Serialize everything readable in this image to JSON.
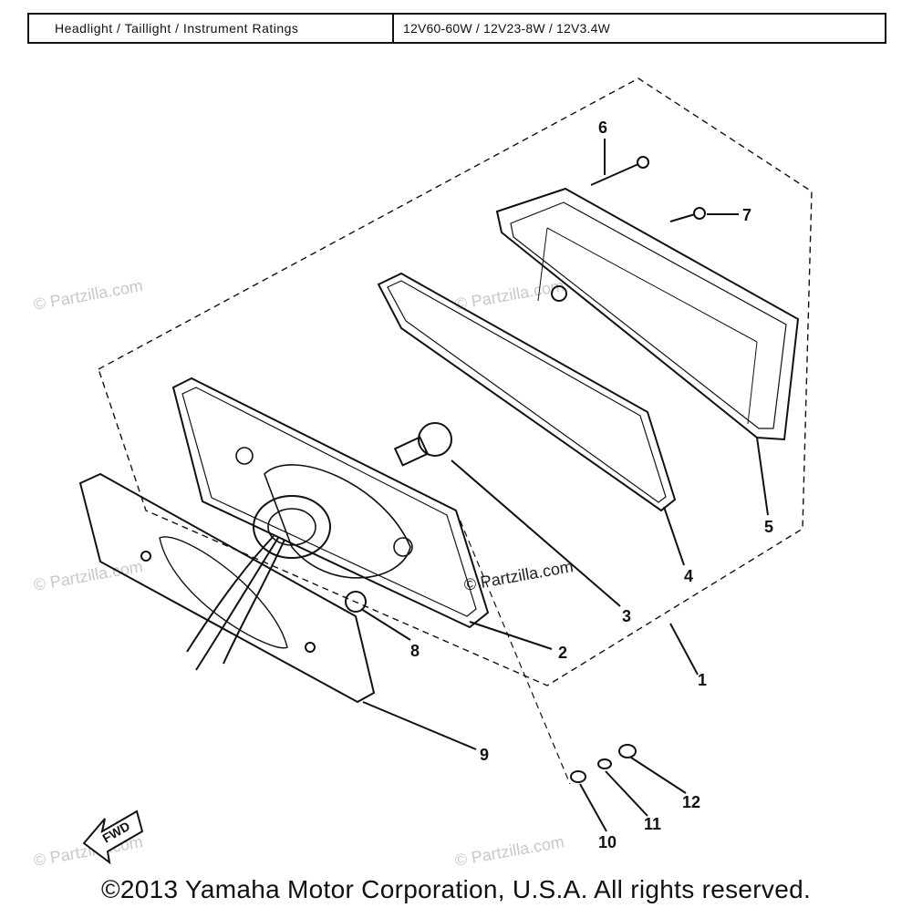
{
  "spec": {
    "label": "Headlight / Taillight / Instrument Ratings",
    "value": "12V60-60W / 12V23-8W / 12V3.4W"
  },
  "callouts": [
    "1",
    "2",
    "3",
    "4",
    "5",
    "6",
    "7",
    "8",
    "9",
    "10",
    "11",
    "12"
  ],
  "fwd_label": "FWD",
  "watermark": "© Partzilla.com",
  "copyright": "©2013 Yamaha Motor Corporation, U.S.A. All rights reserved."
}
